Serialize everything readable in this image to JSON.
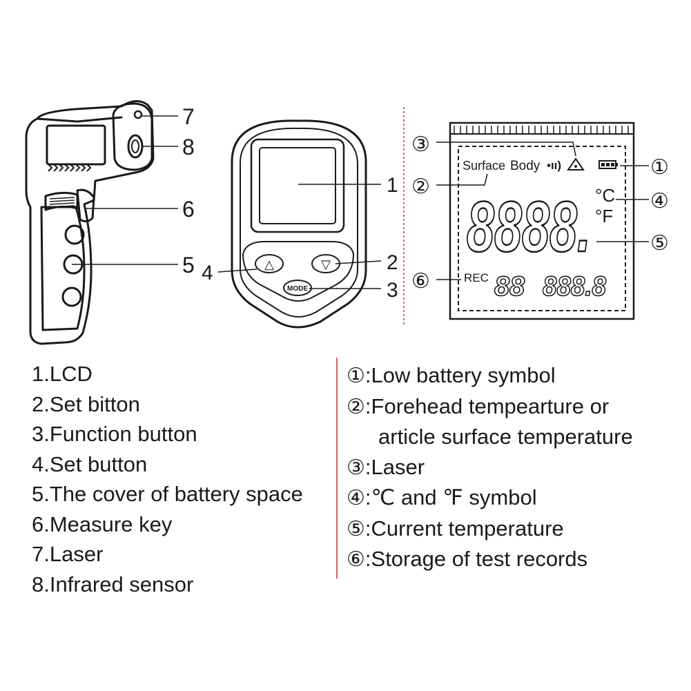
{
  "callouts": {
    "gun_laser": "7",
    "gun_sensor": "8",
    "gun_trigger": "6",
    "gun_battery": "5",
    "front_lcd": "1",
    "front_set_right": "2",
    "front_set_left": "4",
    "front_mode": "3",
    "lcd_low_battery": "①",
    "lcd_surface_mode": "②",
    "lcd_laser": "③",
    "lcd_units": "④",
    "lcd_current_temp": "⑤",
    "lcd_records": "⑥"
  },
  "device": {
    "mode_button_label": "MODE",
    "up_arrow": "△",
    "down_arrow": "▽"
  },
  "lcd": {
    "surface_label": "Surface",
    "body_label": "Body",
    "beep_icon": "•ıı)",
    "celsius_label": "°C",
    "fahrenheit_label": "°F",
    "main_reading": "8888.",
    "rec_label": "REC",
    "record_index": "88",
    "record_value": "888.8"
  },
  "legend_parts": [
    {
      "text": "1.LCD"
    },
    {
      "text": "2.Set bitton"
    },
    {
      "text": "3.Function button"
    },
    {
      "text": "4.Set button"
    },
    {
      "text": "5.The cover of battery space"
    },
    {
      "text": "6.Measure key"
    },
    {
      "text": "7.Laser"
    },
    {
      "text": "8.Infrared sensor"
    }
  ],
  "legend_lcd": [
    {
      "mark": "①",
      "text": ":Low battery symbol"
    },
    {
      "mark": "②",
      "text": ":Forehead tempearture or"
    },
    {
      "mark": "",
      "text": "article surface temperature"
    },
    {
      "mark": "③",
      "text": ":Laser"
    },
    {
      "mark": "④",
      "text": ":℃ and ℉ symbol"
    },
    {
      "mark": "⑤",
      "text": ":Current temperature"
    },
    {
      "mark": "⑥",
      "text": ":Storage of test records"
    }
  ],
  "colors": {
    "line": "#1a1a1a",
    "divider": "#c0392b",
    "device_fill": "#ffffff"
  }
}
